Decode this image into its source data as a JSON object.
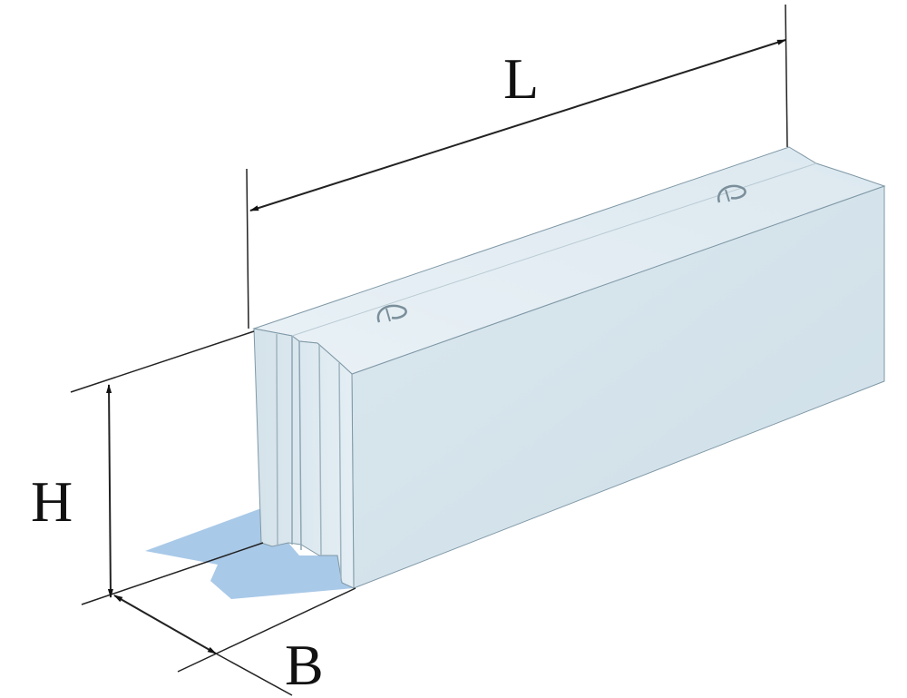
{
  "diagram": {
    "labels": {
      "length": "L",
      "height": "H",
      "width": "B"
    },
    "colors": {
      "block_top": "#e3edf3",
      "block_front": "#d7e5ec",
      "block_end": "#dbe7ee",
      "shadow": "#a9c9e8",
      "line": "#222222",
      "edge": "#7f98a6"
    }
  }
}
